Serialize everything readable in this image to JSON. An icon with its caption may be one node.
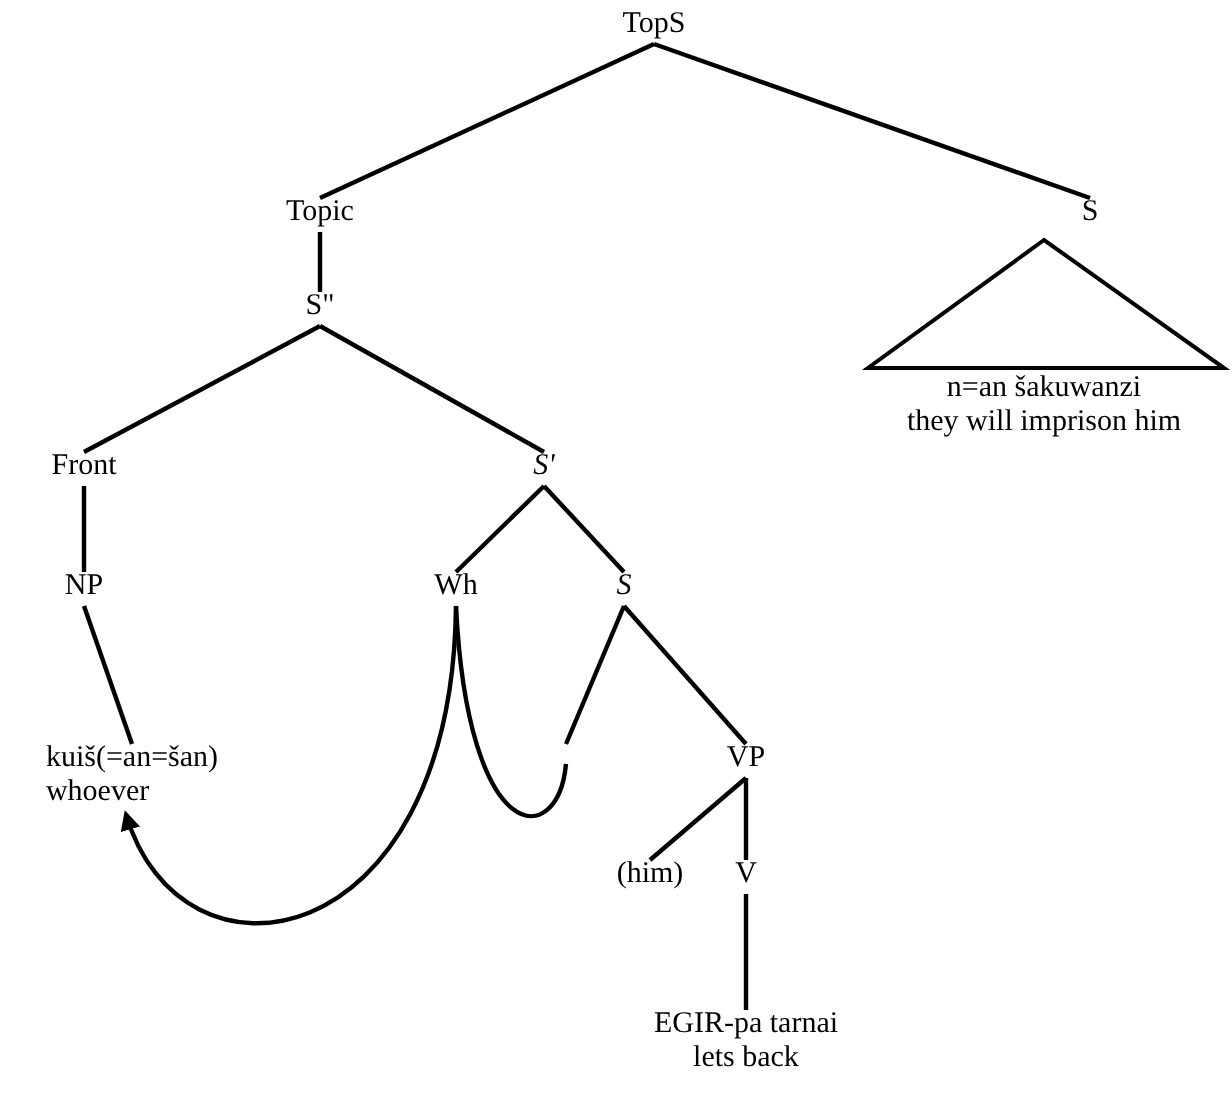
{
  "diagram": {
    "nodes": [
      {
        "text": [
          "TopS"
        ]
      },
      {
        "text": [
          "Topic"
        ]
      },
      {
        "text": [
          "S"
        ]
      },
      {
        "text": [
          "n=an šakuwanzi",
          "they will imprison him"
        ]
      },
      {
        "text": [
          "S\""
        ]
      },
      {
        "text": [
          "Front"
        ]
      },
      {
        "text": [
          "S'"
        ]
      },
      {
        "text": [
          "NP"
        ]
      },
      {
        "text": [
          "Wh"
        ]
      },
      {
        "text": [
          "S"
        ]
      },
      {
        "text": [
          "kuiš(=an=šan)",
          "whoever"
        ]
      },
      {
        "text": [
          "VP"
        ]
      },
      {
        "text": [
          "(him)"
        ]
      },
      {
        "text": [
          "V"
        ]
      },
      {
        "text": [
          "EGIR-pa tarnai",
          "lets back"
        ]
      }
    ],
    "edges": [
      {
        "from": 0,
        "to": 1,
        "arrow": "none"
      },
      {
        "from": 0,
        "to": 2,
        "arrow": "none"
      },
      {
        "from": 1,
        "to": 4,
        "arrow": "none"
      },
      {
        "from": 4,
        "to": 5,
        "arrow": "none"
      },
      {
        "from": 4,
        "to": 6,
        "arrow": "none"
      },
      {
        "from": 5,
        "to": 7,
        "arrow": "none"
      },
      {
        "from": 7,
        "to": 10,
        "arrow": "none"
      },
      {
        "from": 6,
        "to": 8,
        "arrow": "none"
      },
      {
        "from": 6,
        "to": 9,
        "arrow": "none"
      },
      {
        "from": 9,
        "to": null,
        "arrow": "none"
      },
      {
        "from": 9,
        "to": 11,
        "arrow": "none"
      },
      {
        "from": 11,
        "to": 12,
        "arrow": "none"
      },
      {
        "from": 11,
        "to": 13,
        "arrow": "none"
      },
      {
        "from": 13,
        "to": 14,
        "arrow": "none"
      },
      {
        "from": null,
        "to": 8,
        "arrow": "none"
      },
      {
        "from": 8,
        "to": 10,
        "arrow": "to"
      }
    ]
  }
}
